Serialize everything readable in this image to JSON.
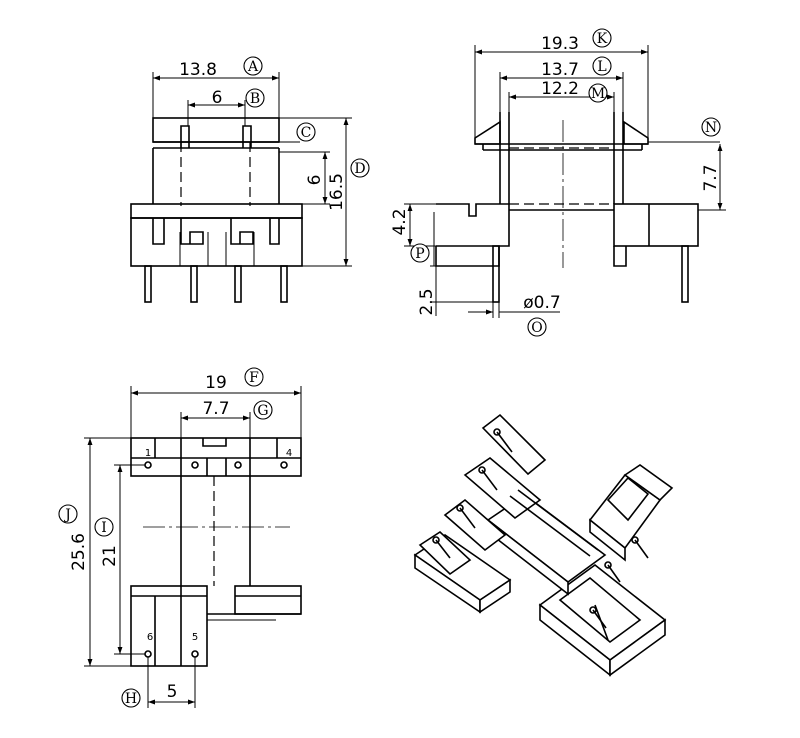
{
  "front_view": {
    "dims": [
      {
        "value": "13.8",
        "label": "A"
      },
      {
        "value": "6",
        "label": "B"
      },
      {
        "value": "",
        "label": "C"
      },
      {
        "value": "6",
        "label": ""
      },
      {
        "value": "16.5",
        "label": "D"
      }
    ]
  },
  "side_view": {
    "dims": [
      {
        "value": "19.3",
        "label": "K"
      },
      {
        "value": "13.7",
        "label": "L"
      },
      {
        "value": "12.2",
        "label": "M"
      },
      {
        "value": "",
        "label": "N"
      },
      {
        "value": "7.7",
        "label": ""
      },
      {
        "value": "4.2",
        "label": ""
      },
      {
        "value": "",
        "label": "P"
      },
      {
        "value": "2.5",
        "label": ""
      },
      {
        "value": "ø0.7",
        "label": "O"
      }
    ]
  },
  "top_view": {
    "dims": [
      {
        "value": "19",
        "label": "F"
      },
      {
        "value": "7.7",
        "label": "G"
      },
      {
        "value": "25.6",
        "label": "J"
      },
      {
        "value": "21",
        "label": "I"
      },
      {
        "value": "5",
        "label": "H"
      }
    ],
    "pins": [
      "1",
      "4",
      "6",
      "5"
    ]
  }
}
